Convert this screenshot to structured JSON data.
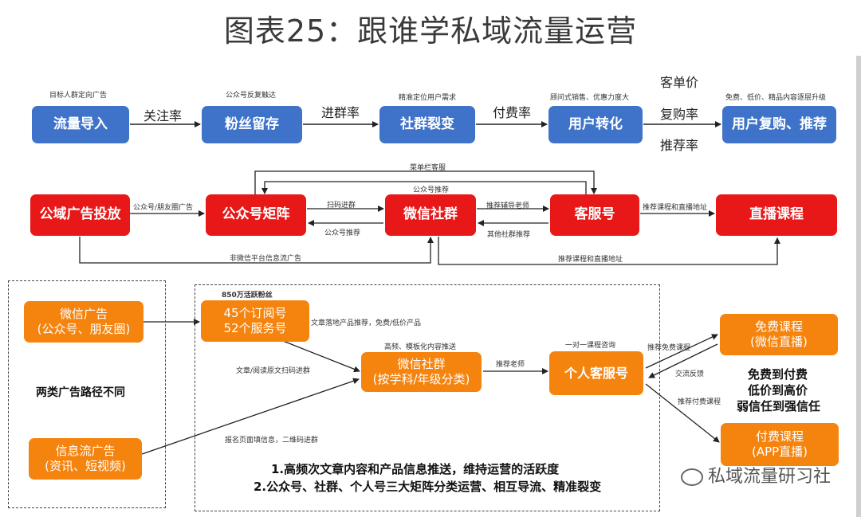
{
  "title": "图表25：跟谁学私域流量运营",
  "row1": {
    "boxes": [
      "流量导入",
      "粉丝留存",
      "社群裂变",
      "用户转化",
      "用户复购、推荐"
    ],
    "captions": [
      "目标人群定向广告",
      "公众号反复触达",
      "精准定位用户需求",
      "顾问式销售、优惠力度大",
      "免费、低价、精品内容逐层升级"
    ],
    "arrow_labels": [
      "关注率",
      "进群率",
      "付费率"
    ],
    "stack_labels": [
      "客单价",
      "复购率",
      "推荐率"
    ]
  },
  "row2": {
    "boxes": [
      "公域广告投放",
      "公众号矩阵",
      "微信社群",
      "客服号",
      "直播课程"
    ],
    "labels": {
      "menu": "菜单栏客服",
      "oa_recommend_top": "公众号推荐",
      "oa_friends_ad": "公众号/朋友圈广告",
      "scan_join": "扫码进群",
      "oa_recommend_bottom": "公众号推荐",
      "recommend_teacher": "推荐辅导老师",
      "other_group": "其他社群推荐",
      "course_live": "推荐课程和直播地址",
      "non_wechat": "非微信平台信息流广告",
      "course_live_bottom": "推荐课程和直播地址"
    }
  },
  "row3": {
    "ad_wechat": "微信广告\n(公众号、朋友圈)",
    "ad_feed": "信息流广告\n(资讯、短视频)",
    "ad_note": "两类广告路径不同",
    "active_fans": "850万活跃粉丝",
    "accounts": "45个订阅号\n52个服务号",
    "accounts_note": "文章落地产品推荐，免费/低价产品",
    "group_caption": "高频、模板化内容推送",
    "group": "微信社群\n(按学科/年级分类)",
    "article_scan": "文章/阅读原文扫码进群",
    "signup_scan": "报名页面填信息，二维码进群",
    "teacher_label": "推荐老师",
    "consult_caption": "一对一课程咨询",
    "personal": "个人客服号",
    "free_recommend": "推荐免费课程",
    "exchange": "交流反馈",
    "paid_recommend": "推荐付费课程",
    "free_course": "免费课程\n(微信直播)",
    "paid_course": "付费课程\n(APP直播)",
    "ladder": [
      "免费到付费",
      "低价到高价",
      "弱信任到强信任"
    ],
    "summary": [
      "1.高频次文章内容和产品信息推送，维持运营的活跃度",
      "2.公众号、社群、个人号三大矩阵分类运营、相互导流、精准裂变"
    ]
  },
  "watermark": "私域流量研习社"
}
